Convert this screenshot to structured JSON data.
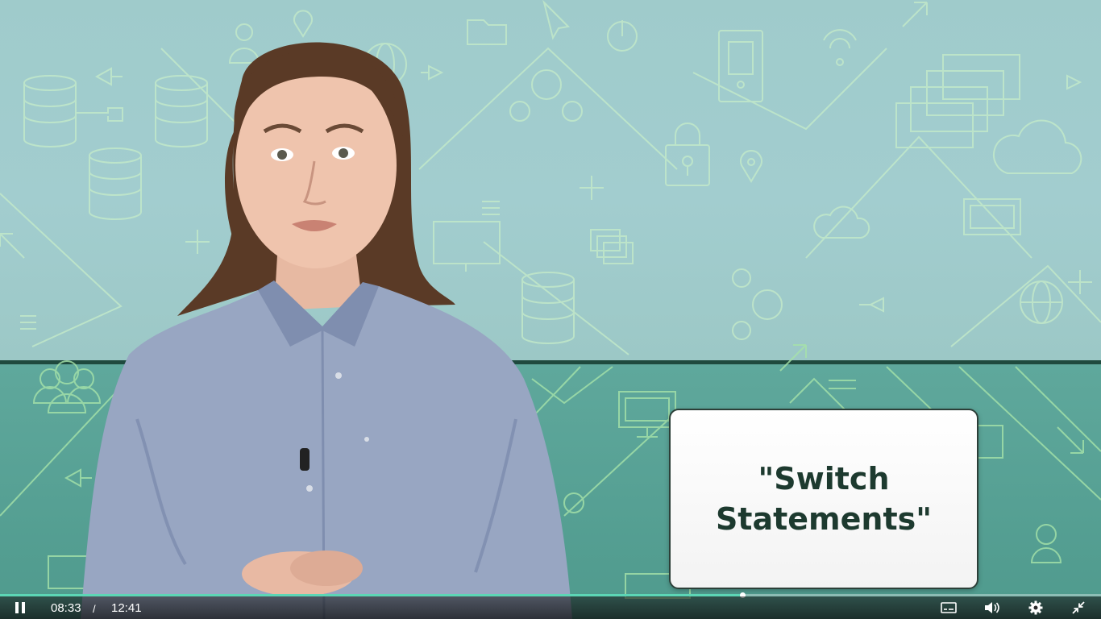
{
  "video": {
    "title_card_text": "\"Switch\nStatements\""
  },
  "player": {
    "current_time": "08:33",
    "separator": "/",
    "duration": "12:41",
    "progress_fraction": 0.674,
    "accent_color": "#5cd6b5",
    "icons": {
      "play_pause": "pause-icon",
      "captions": "captions-icon",
      "volume": "volume-icon",
      "settings": "gear-icon",
      "exit_fullscreen": "exit-fullscreen-icon"
    }
  }
}
